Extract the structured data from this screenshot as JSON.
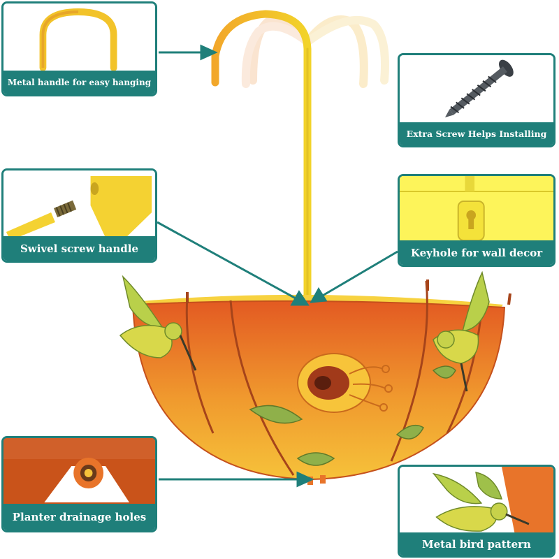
{
  "callouts": {
    "handle": {
      "label": "Metal handle for easy hanging",
      "icon": "umbrella-handle-icon"
    },
    "screw": {
      "label": "Extra Screw Helps Installing",
      "icon": "screw-icon"
    },
    "swivel": {
      "label": "Swivel screw handle",
      "icon": "swivel-screw-icon"
    },
    "keyhole": {
      "label": "Keyhole for wall decor",
      "icon": "keyhole-icon"
    },
    "drainage": {
      "label": "Planter drainage holes",
      "icon": "drainage-hole-icon"
    },
    "bird": {
      "label": "Metal bird pattern",
      "icon": "hummingbird-icon"
    }
  },
  "colors": {
    "accent": "#1f7f7a",
    "yellow": "#f2d32a",
    "orange": "#e8742a",
    "leaf": "#8fb04a"
  }
}
